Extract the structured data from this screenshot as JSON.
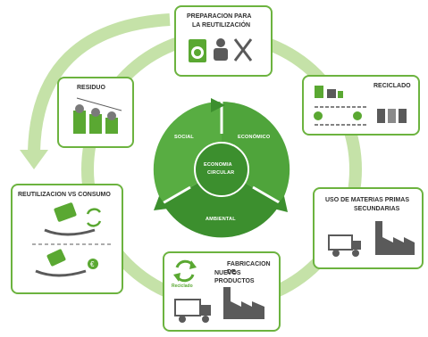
{
  "colors": {
    "ring_light": "#c5e2a8",
    "box_border": "#6cb33f",
    "center_dark": "#3c8f2e",
    "center_mid": "#4fa43b",
    "icon_green": "#5aa832",
    "icon_gray": "#5a5a5a"
  },
  "center": {
    "top_left": "SOCIAL",
    "top_right": "ECONÓMICO",
    "bottom": "AMBIENTAL",
    "core": [
      "ECONOMIA",
      "CIRCULAR"
    ]
  },
  "boxes": {
    "preparacion": {
      "title": [
        "PREPARACION PARA",
        "LA REUTILIZACIÓN"
      ],
      "icons": [
        "washing-machine-icon",
        "technician-icon",
        "tools-icon"
      ]
    },
    "reciclado": {
      "title": "RECICLADO",
      "icons": [
        "appliances-icon",
        "conveyor-icon",
        "recycling-bins-icon"
      ]
    },
    "materias": {
      "title": [
        "USO DE MATERIAS PRIMAS",
        "SECUNDARIAS"
      ],
      "icons": [
        "truck-icon",
        "factory-icon"
      ]
    },
    "fabricacion": {
      "title": [
        "FABRICACION DE",
        "NUEVOS PRODUCTOS"
      ],
      "recycled_text": "Reciclado",
      "icons": [
        "recycle-icon",
        "truck-icon",
        "factory-icon"
      ]
    },
    "reutilizacion": {
      "title": "REUTILIZACION vs CONSUMO",
      "icons": [
        "phone-exchange-icon",
        "recycle-icon",
        "phone-purchase-icon",
        "euro-icon"
      ]
    },
    "residuo": {
      "title": "RESIDUO",
      "icons": [
        "bins-icon"
      ]
    }
  }
}
